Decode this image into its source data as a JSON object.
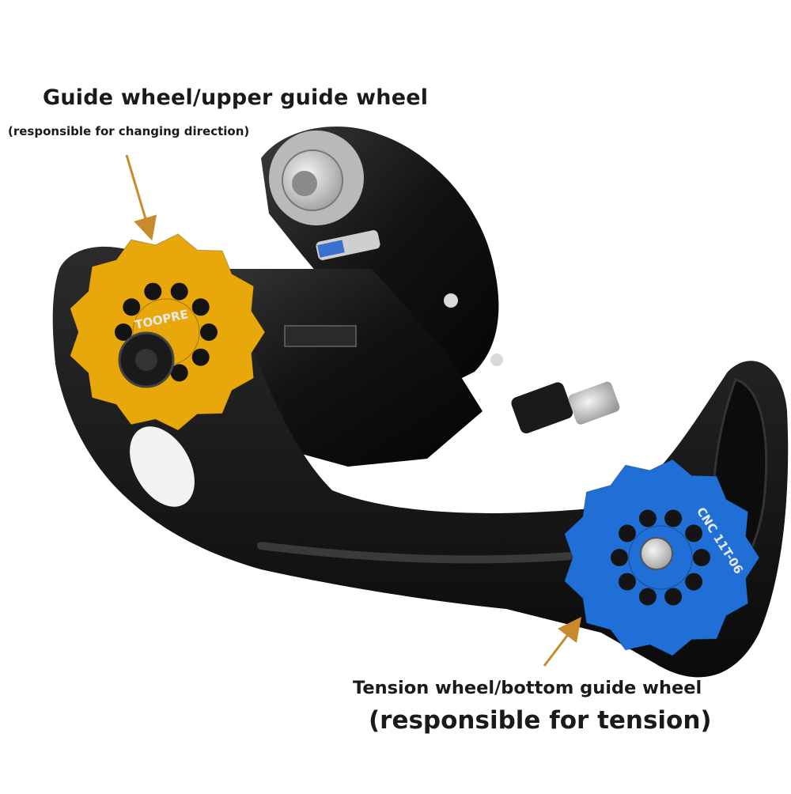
{
  "labels": {
    "upper_title": "Guide wheel/upper guide wheel",
    "upper_subtitle": "(responsible for changing direction)",
    "lower_title": "Tension wheel/bottom guide wheel",
    "lower_subtitle": "(responsible for tension)"
  },
  "engravings": {
    "upper_pulley_text": "TOOPRE",
    "lower_pulley_text": "CNC 11T-06"
  },
  "colors": {
    "background": "#ffffff",
    "body": "#111111",
    "upper_pulley": "#e8a80c",
    "lower_pulley": "#1f6fd6",
    "arrow": "#c88a2a",
    "text": "#1a1a1a"
  }
}
